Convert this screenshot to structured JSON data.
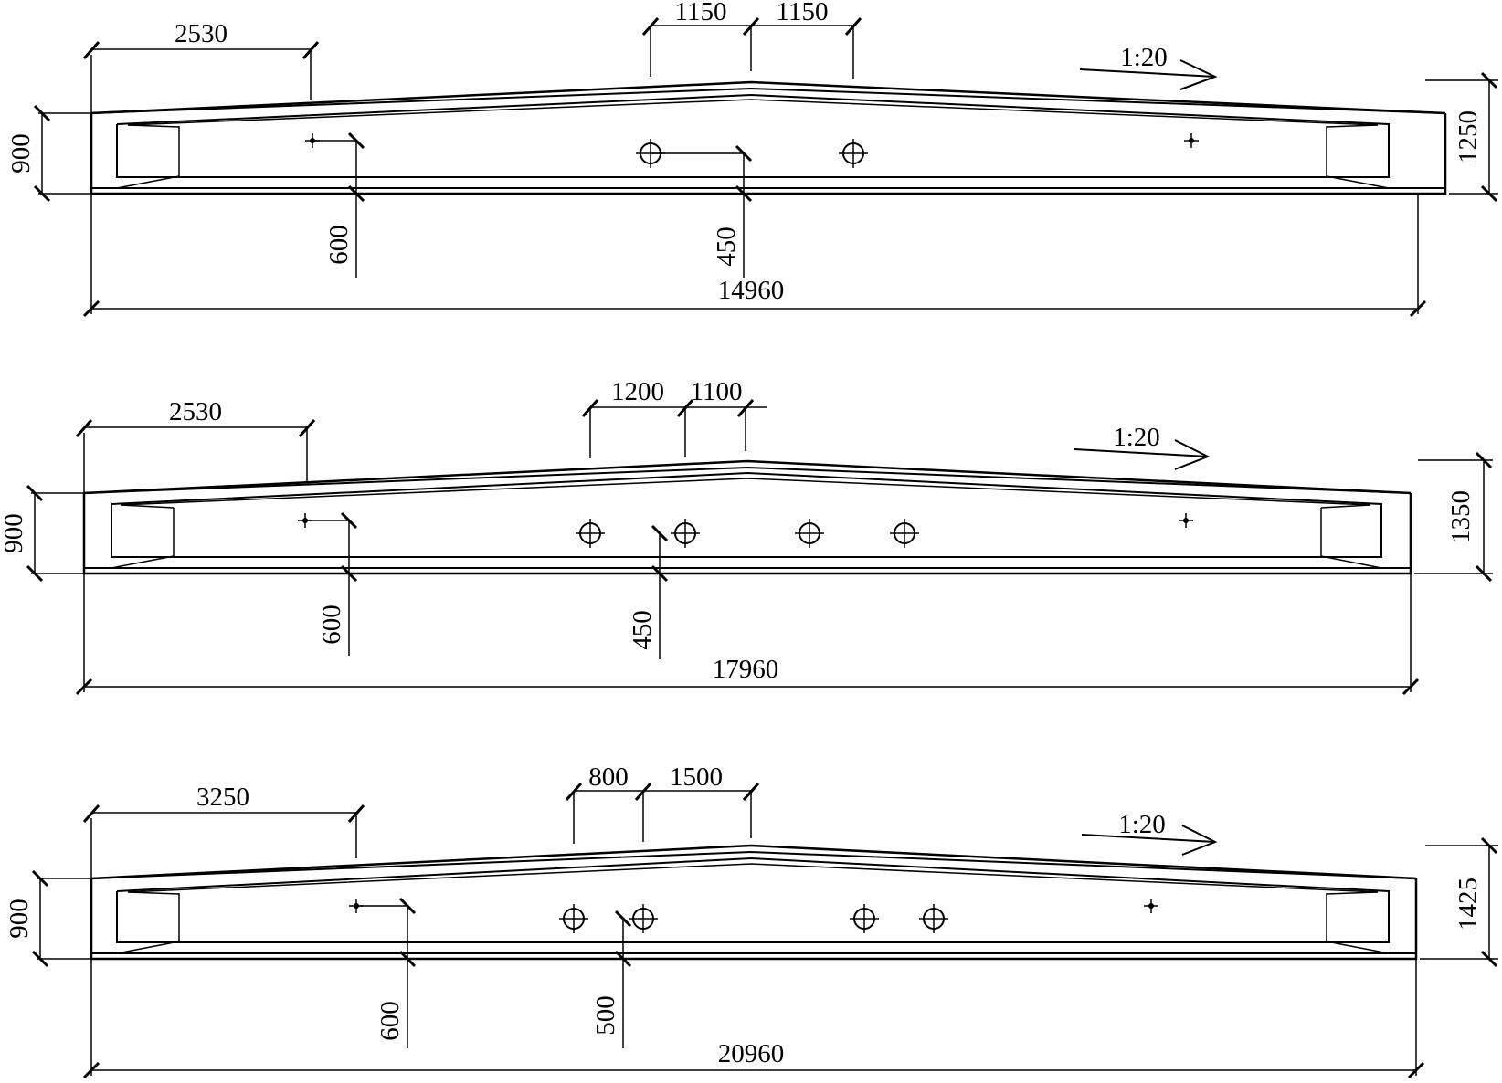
{
  "beams": [
    {
      "top_left": "2530",
      "top_mid1": "1150",
      "top_mid2": "1150",
      "slope": "1:20",
      "left_height": "900",
      "right_height": "1250",
      "dim_a": "600",
      "dim_b": "450",
      "span": "14960"
    },
    {
      "top_left": "2530",
      "top_mid1": "1200",
      "top_mid2": "1100",
      "slope": "1:20",
      "left_height": "900",
      "right_height": "1350",
      "dim_a": "600",
      "dim_b": "450",
      "span": "17960"
    },
    {
      "top_left": "3250",
      "top_mid1": "800",
      "top_mid2": "1500",
      "slope": "1:20",
      "left_height": "900",
      "right_height": "1425",
      "dim_a": "600",
      "dim_b": "500",
      "span": "20960"
    }
  ]
}
